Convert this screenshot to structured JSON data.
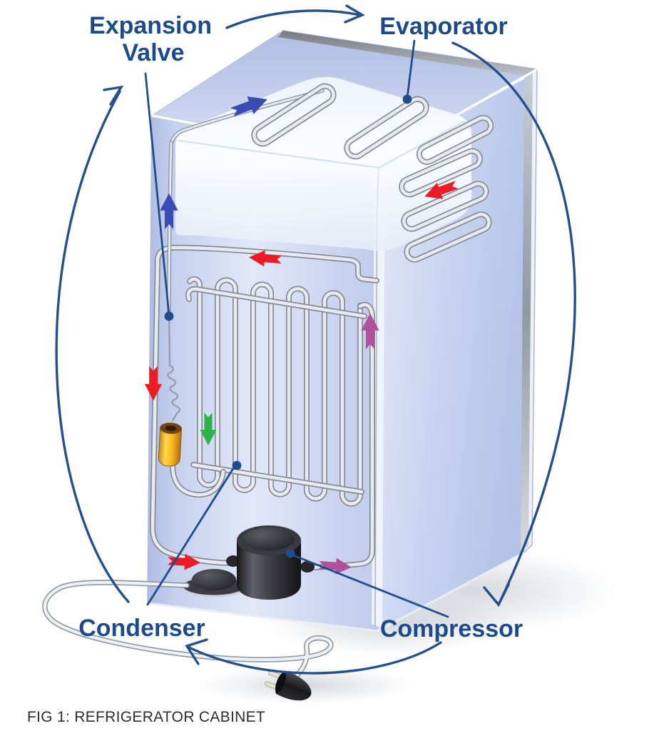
{
  "figure": {
    "caption": "FIG 1: REFRIGERATOR CABINET",
    "labels": {
      "expansion_valve_line1": "Expansion",
      "expansion_valve_line2": "Valve",
      "evaporator": "Evaporator",
      "condenser": "Condenser",
      "compressor": "Compressor"
    },
    "components": [
      "evaporator-coil",
      "condenser-coil",
      "compressor-unit",
      "expansion-valve-capillary",
      "filter-drier",
      "power-cord-plug",
      "refrigerator-cabinet"
    ],
    "flow_arrows": [
      {
        "name": "evaporator-inlet-arrow",
        "color": "blue",
        "direction": "up-right"
      },
      {
        "name": "liquid-line-arrow",
        "color": "blue",
        "direction": "up"
      },
      {
        "name": "evaporator-side-arrow",
        "color": "red",
        "direction": "left-down"
      },
      {
        "name": "suction-top-arrow",
        "color": "red",
        "direction": "left"
      },
      {
        "name": "suction-down-arrow",
        "color": "red",
        "direction": "down"
      },
      {
        "name": "suction-to-compressor-arrow",
        "color": "red",
        "direction": "right"
      },
      {
        "name": "condenser-flow-arrow",
        "color": "green",
        "direction": "down"
      },
      {
        "name": "discharge-riser-arrow",
        "color": "purple",
        "direction": "up"
      },
      {
        "name": "discharge-out-arrow",
        "color": "purple",
        "direction": "right"
      }
    ],
    "cycle_arrows": [
      "condenser-to-expansion-valve-arc",
      "expansion-valve-to-evaporator-arc",
      "evaporator-to-compressor-arc",
      "compressor-to-condenser-arc"
    ],
    "colors": {
      "label_navy": "#1c4b8b",
      "cycle_arrow_navy": "#24508e",
      "flow_red": "#ed1c24",
      "flow_blue": "#3a4cb4",
      "flow_green": "#2db34a",
      "flow_purple": "#b0519e",
      "cabinet_blue": "#c5d0ee",
      "drier_gold": "#f7b81e",
      "compressor_black": "#2b2b2e",
      "tube_silver": "#e6e9ee",
      "caption_black": "#2d2d2d"
    }
  }
}
